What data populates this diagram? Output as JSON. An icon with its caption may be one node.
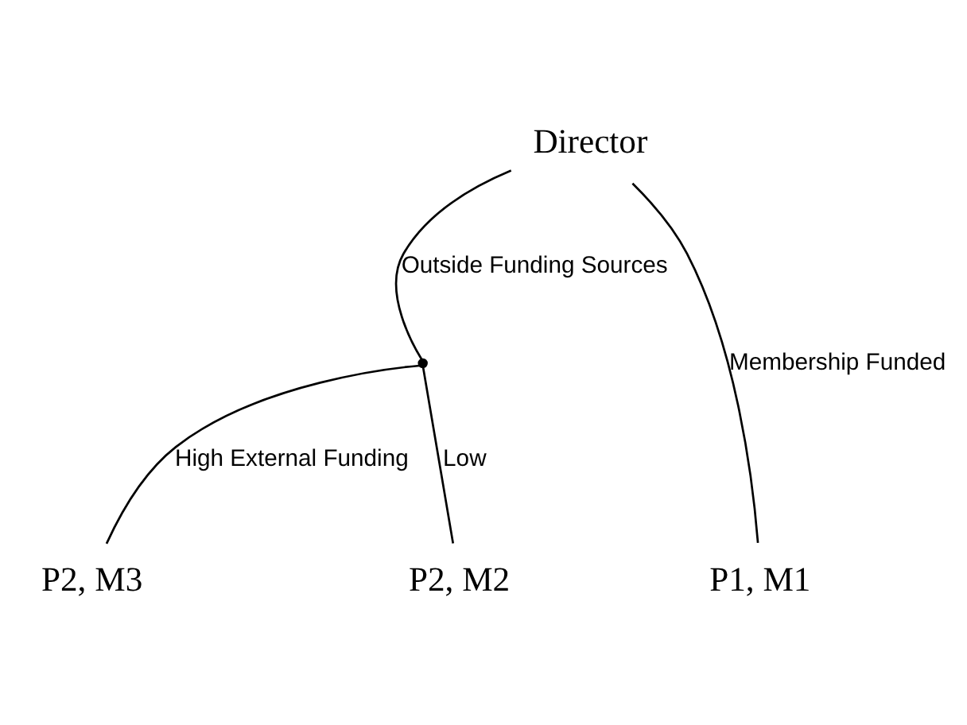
{
  "diagram": {
    "nodes": [
      {
        "text": [
          "Director"
        ]
      },
      {
        "text": [],
        "shape": "point"
      },
      {
        "text": [
          "P2, M3"
        ]
      },
      {
        "text": [
          "P2, M2"
        ]
      },
      {
        "text": [
          "P1, M1"
        ]
      }
    ],
    "edges": [
      {
        "from": 0,
        "to": 1,
        "arrow": "none",
        "label": "Outside Funding Sources"
      },
      {
        "from": 0,
        "to": 4,
        "arrow": "none",
        "label": "Membership Funded"
      },
      {
        "from": 1,
        "to": 2,
        "arrow": "none",
        "label": "High External Funding"
      },
      {
        "from": 1,
        "to": 3,
        "arrow": "none",
        "label": "Low"
      }
    ]
  }
}
